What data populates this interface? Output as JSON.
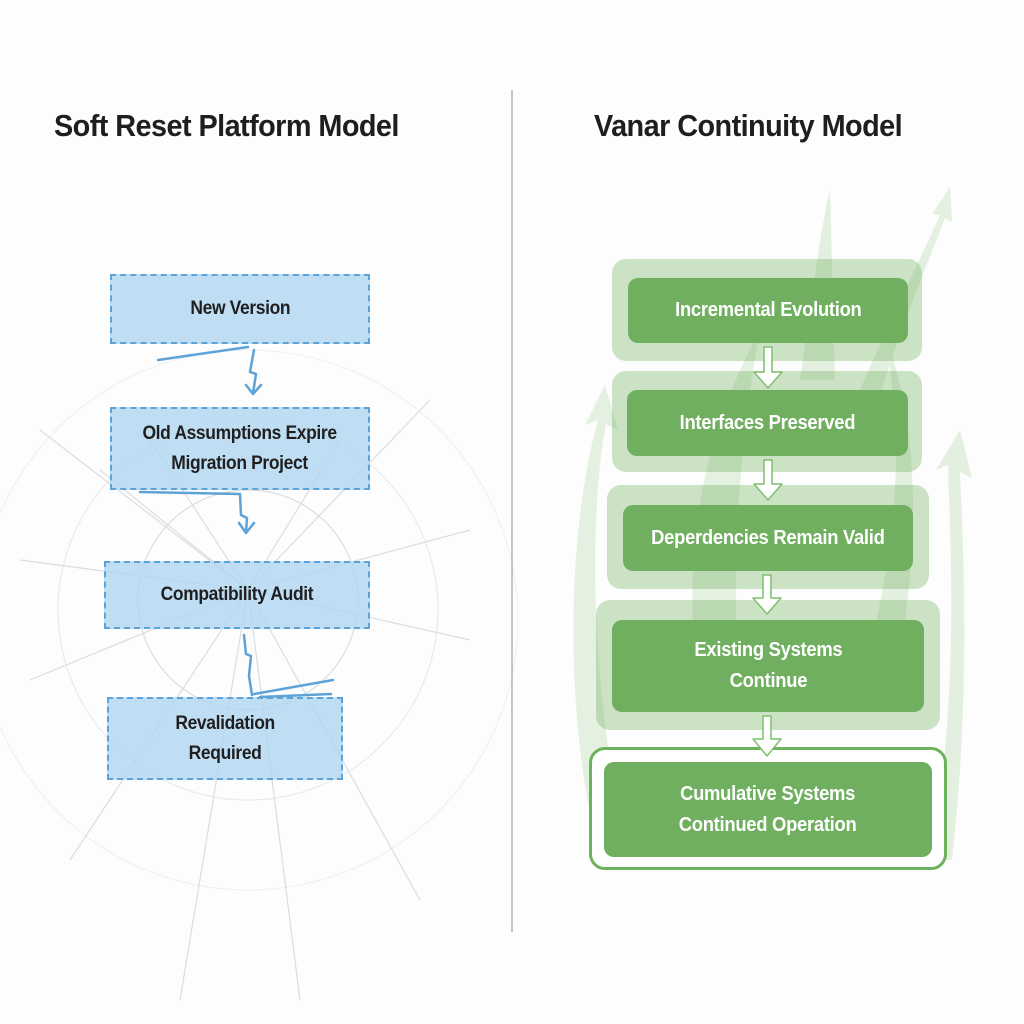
{
  "left_panel": {
    "title": "Soft Reset Platform Model",
    "steps": [
      {
        "lines": [
          "New Version"
        ]
      },
      {
        "lines": [
          "Old Assumptions Expire",
          "Migration Project"
        ]
      },
      {
        "lines": [
          "Compatibility Audit"
        ]
      },
      {
        "lines": [
          "Revalidation",
          "Required"
        ]
      }
    ],
    "connector_style": "broken-lightning-arrow",
    "background_motif": "shattered-glass",
    "colors": {
      "box_fill": "#b0d6f0",
      "box_border": "#5ea3d8",
      "connector": "#5ea3d8"
    }
  },
  "right_panel": {
    "title": "Vanar Continuity Model",
    "steps": [
      {
        "lines": [
          "Incremental Evolution"
        ]
      },
      {
        "lines": [
          "Interfaces Preserved"
        ]
      },
      {
        "lines": [
          "Deperdencies Remain Valid"
        ]
      },
      {
        "lines": [
          "Existing Systems",
          "Continue"
        ]
      },
      {
        "lines": [
          "Cumulative Systems",
          "Continued Operation"
        ]
      }
    ],
    "connector_style": "solid-down-arrow",
    "background_motif": "upward-growth-arrows",
    "colors": {
      "box_fill": "#6faf5f",
      "box_halo": "#a9d29d",
      "connector": "#ffffff",
      "text": "#ffffff"
    }
  }
}
